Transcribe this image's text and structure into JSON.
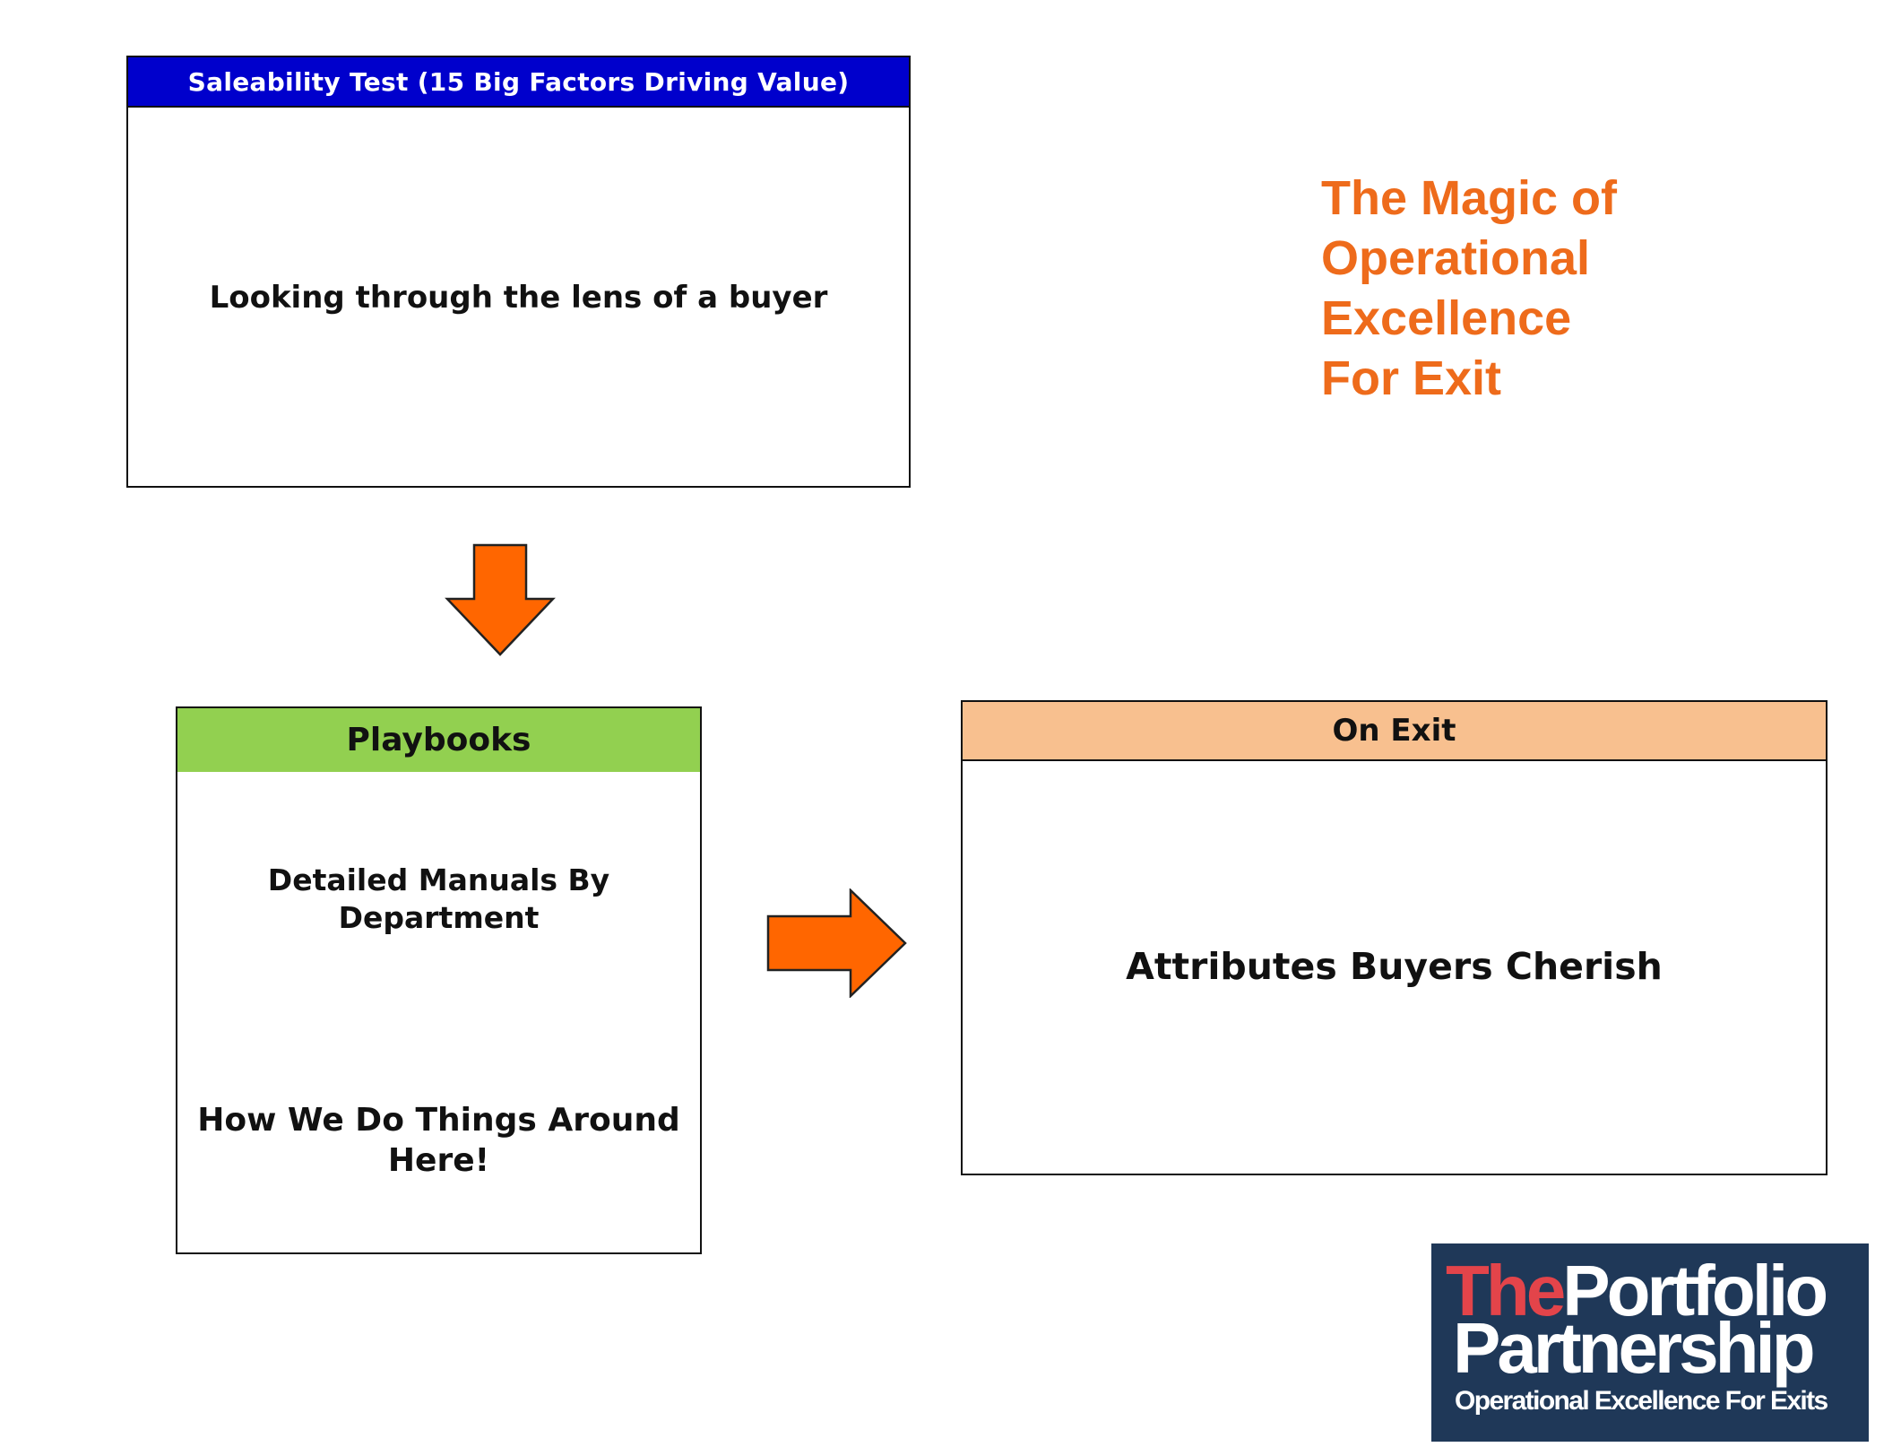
{
  "title": {
    "lines": [
      "The Magic of",
      "Operational",
      "Excellence",
      "For Exit"
    ]
  },
  "saleability": {
    "header": "Saleability Test (15 Big Factors Driving Value)",
    "body": "Looking through the lens of a buyer"
  },
  "playbooks": {
    "header": "Playbooks",
    "manuals": "Detailed Manuals By Department",
    "how_we_do": "How We Do Things Around Here!"
  },
  "on_exit": {
    "header": "On Exit",
    "body": "Attributes Buyers Cherish"
  },
  "logo": {
    "the": "The",
    "portfolio": "Portfolio",
    "partnership": "Partnership",
    "tagline": "Operational Excellence For Exits"
  },
  "colors": {
    "saleability_header": "#0000cc",
    "playbooks_header": "#92d050",
    "on_exit_header": "#f8c08f",
    "title": "#ee6b1b",
    "arrow_fill": "#ff6600",
    "logo_bg": "#1f3858",
    "logo_the": "#e3444a"
  }
}
